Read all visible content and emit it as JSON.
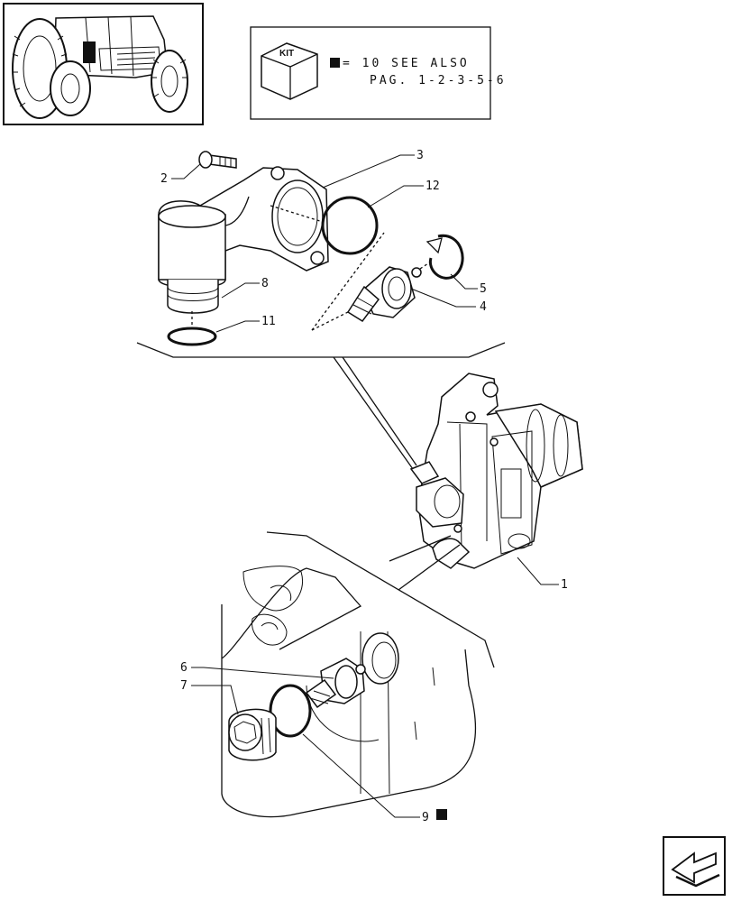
{
  "kit": {
    "label": "KIT",
    "note_line1": "= 10 SEE ALSO",
    "note_line2": "PAG. 1-2-3-5-6"
  },
  "callouts": {
    "c1": "1",
    "c2": "2",
    "c3": "3",
    "c4": "4",
    "c5": "5",
    "c6": "6",
    "c7": "7",
    "c8": "8",
    "c9": "9",
    "c11": "11",
    "c12": "12"
  },
  "icons": {
    "thumbnail": "tractor-thumbnail-icon",
    "kit": "kit-box-icon",
    "marker": "black-square-marker-icon",
    "nav": "next-page-arrow-icon"
  }
}
